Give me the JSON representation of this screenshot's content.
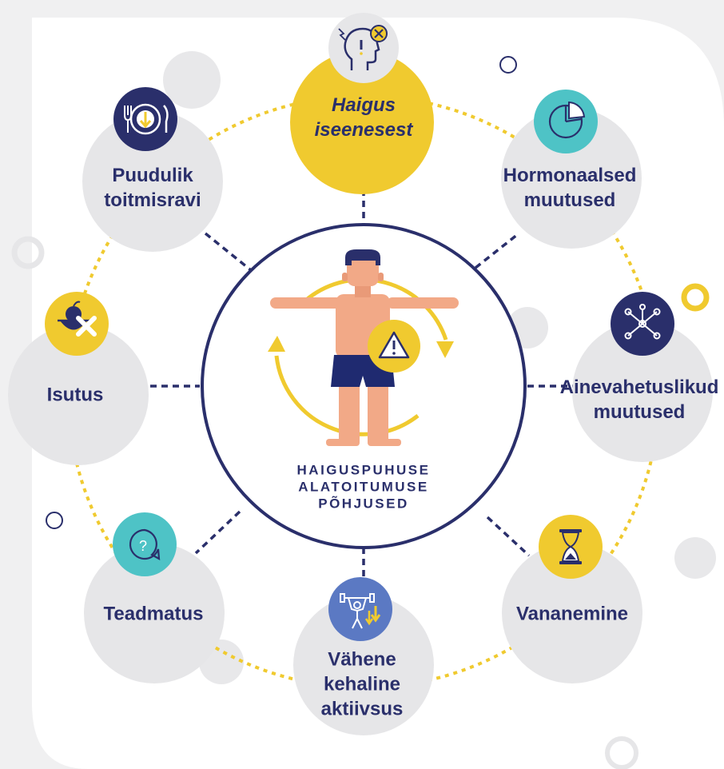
{
  "center": {
    "title_lines": [
      "HAIGUSPUHUSE",
      "ALATOITUMUSE",
      "PÕHJUSED"
    ]
  },
  "nodes": [
    {
      "id": "haigus-iseenesest",
      "lines": [
        "Haigus",
        "iseenesest"
      ],
      "icon": "head-warning-icon",
      "italic": true
    },
    {
      "id": "hormonaalsed-muutused",
      "lines": [
        "Hormonaalsed",
        "muutused"
      ],
      "icon": "pie-chart-icon"
    },
    {
      "id": "ainevahetuslikud-muutused",
      "lines": [
        "Ainevahetuslikud",
        "muutused"
      ],
      "icon": "network-nodes-icon"
    },
    {
      "id": "vananemine",
      "lines": [
        "Vananemine"
      ],
      "icon": "hourglass-icon"
    },
    {
      "id": "vahene-kehaline-aktiivsus",
      "lines": [
        "Vähene",
        "kehaline",
        "aktiivsus"
      ],
      "icon": "weightlifter-down-icon"
    },
    {
      "id": "teadmatus",
      "lines": [
        "Teadmatus"
      ],
      "icon": "question-bubble-icon"
    },
    {
      "id": "isutus",
      "lines": [
        "Isutus"
      ],
      "icon": "no-food-icon"
    },
    {
      "id": "puudulik-toitmisravi",
      "lines": [
        "Puudulik",
        "toitmisravi"
      ],
      "icon": "plate-down-icon"
    }
  ],
  "colors": {
    "navy": "#2a2f6b",
    "yellow": "#f0ca2f",
    "teal": "#4ec3c6",
    "blue": "#5b79c3",
    "light_gray": "#e6e6e8",
    "background": "#f0f0f1",
    "skin": "#f2a987",
    "swim_shorts": "#1f2a70"
  }
}
